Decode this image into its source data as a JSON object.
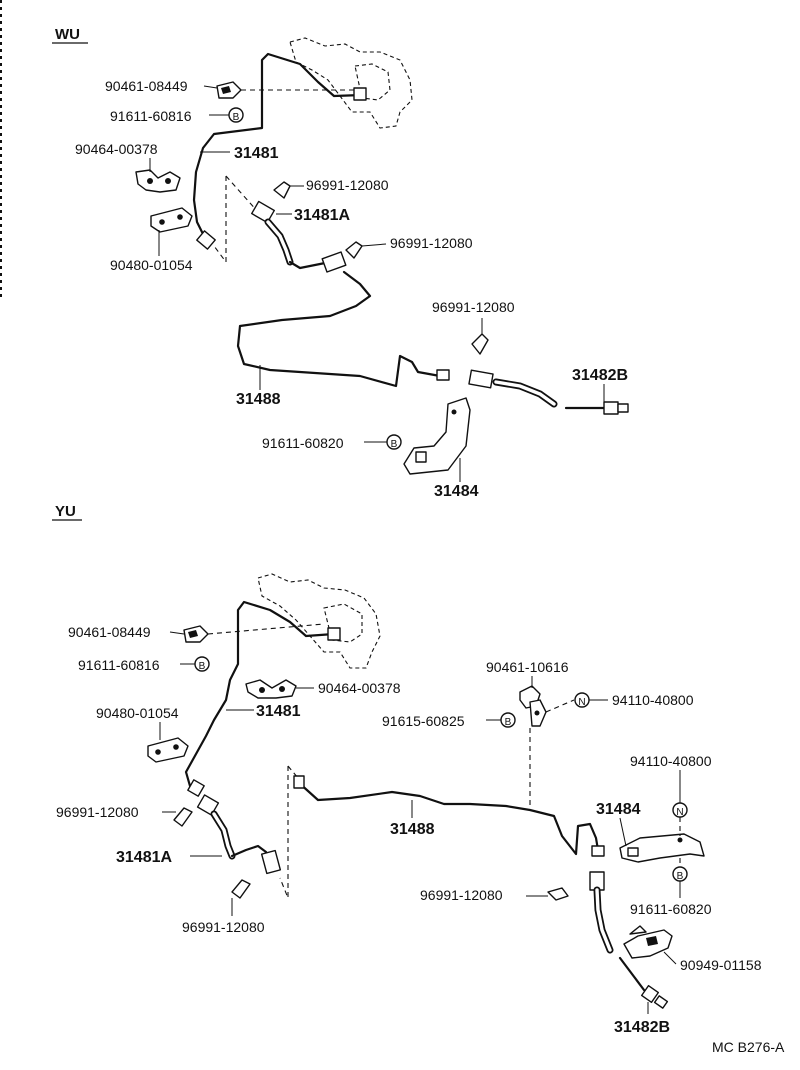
{
  "sections": {
    "top": "WU",
    "bottom": "YU"
  },
  "wu": {
    "p90461_08449": "90461-08449",
    "p91611_60816": "91611-60816",
    "p90464_00378": "90464-00378",
    "p31481": "31481",
    "p96991_a": "96991-12080",
    "p31481A": "31481A",
    "p90480_01054": "90480-01054",
    "p96991_b": "96991-12080",
    "p96991_c": "96991-12080",
    "p31482B": "31482B",
    "p31488": "31488",
    "p91611_60820": "91611-60820",
    "p31484": "31484"
  },
  "yu": {
    "p90461_08449": "90461-08449",
    "p91611_60816": "91611-60816",
    "p90464_00378": "90464-00378",
    "p90480_01054": "90480-01054",
    "p31481": "31481",
    "p90461_10616": "90461-10616",
    "p94110_40800_a": "94110-40800",
    "p91615_60825": "91615-60825",
    "p94110_40800_b": "94110-40800",
    "p96991_a": "96991-12080",
    "p31488": "31488",
    "p31484": "31484",
    "p31481A": "31481A",
    "p96991_b": "96991-12080",
    "p96991_c": "96991-12080",
    "p91611_60820": "91611-60820",
    "p90949_01158": "90949-01158",
    "p31482B": "31482B"
  },
  "symbols": {
    "b": "B",
    "n": "N"
  },
  "figure_code": "MC B276-A"
}
